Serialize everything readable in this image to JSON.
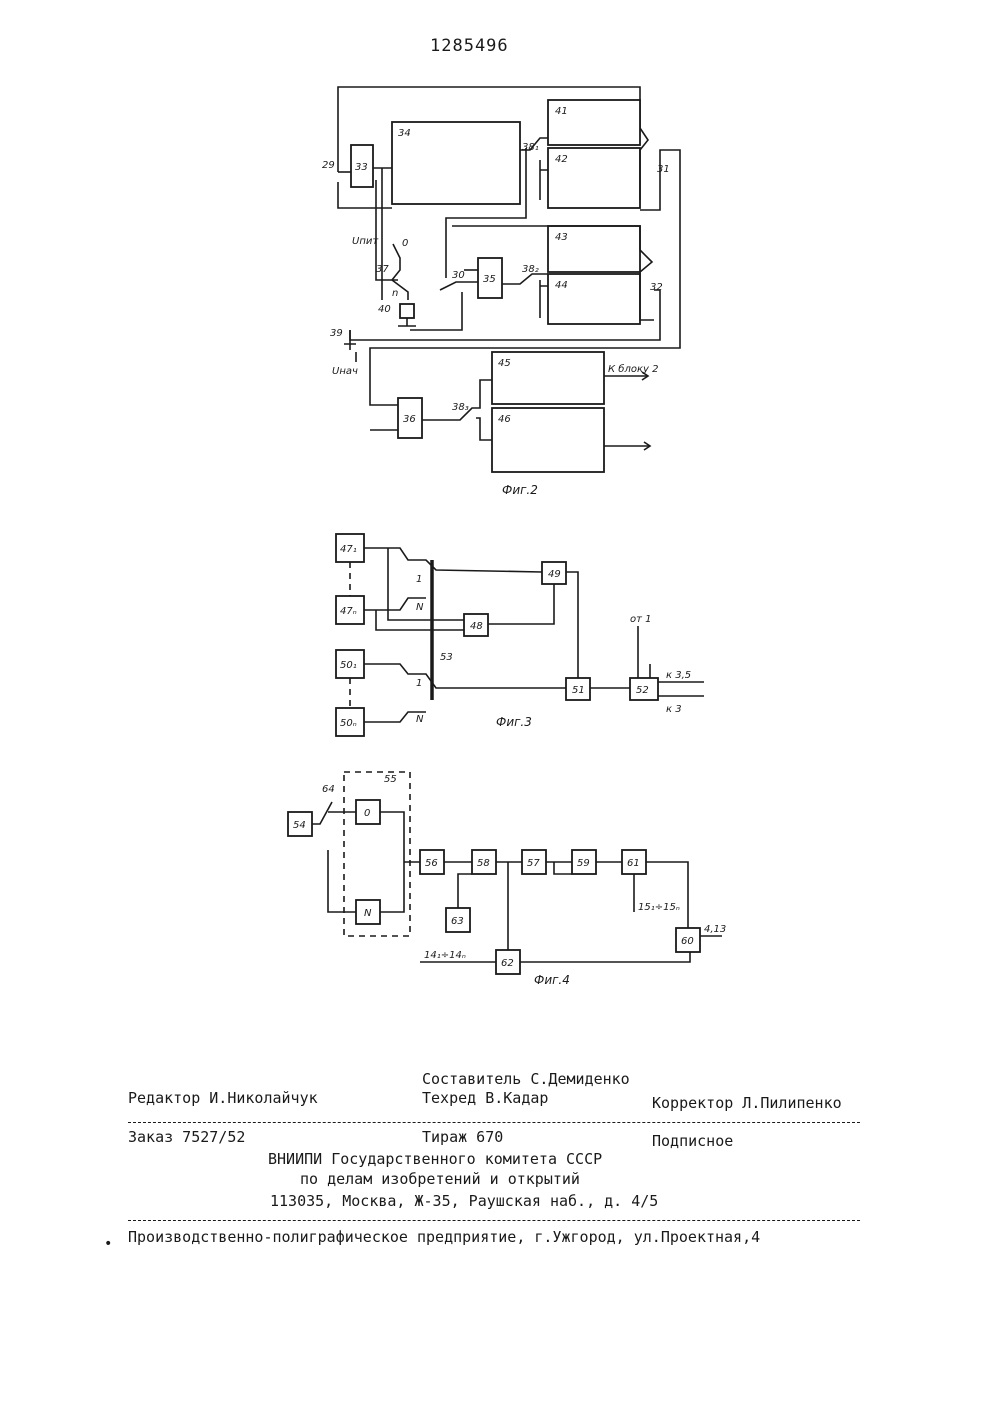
{
  "patent_number": "1285496",
  "fig2": {
    "caption": "Фиг.2",
    "blocks": [
      "33",
      "34",
      "35",
      "36",
      "41",
      "42",
      "43",
      "44",
      "45",
      "46"
    ],
    "labels": {
      "n29": "29",
      "n30": "30",
      "n31": "31",
      "n32": "32",
      "n38a": "38₁",
      "n38b": "38₂",
      "n38c": "38₃",
      "upit": "Uпит",
      "n37": "37",
      "n0": "0",
      "nn": "n",
      "n40": "40",
      "n39": "39",
      "unach": "Uнач",
      "to_block2": "К блоку 2"
    }
  },
  "fig3": {
    "caption": "Фиг.3",
    "blocks": [
      "47₁",
      "47ₙ",
      "48",
      "49",
      "50₁",
      "50ₙ",
      "51",
      "52"
    ],
    "labels": {
      "one_a": "1",
      "n_a": "N",
      "one_b": "1",
      "n_b": "N",
      "n53": "53",
      "from1": "от 1",
      "to35": "к 3,5",
      "to3": "к 3"
    }
  },
  "fig4": {
    "caption": "Фиг.4",
    "blocks": [
      "54",
      "0",
      "N",
      "56",
      "57",
      "58",
      "59",
      "60",
      "61",
      "62",
      "63"
    ],
    "labels": {
      "n55": "55",
      "n64": "64",
      "r15": "15₁÷15ₙ",
      "r14": "14₁÷14ₙ",
      "to413": "4,13"
    }
  },
  "imprint": {
    "compiler": "Составитель С.Демиденко",
    "editor": "Редактор И.Николайчук",
    "techred": "Техред В.Кадар",
    "corrector": "Корректор Л.Пилипенко",
    "order": "Заказ 7527/52",
    "circulation": "Тираж 670",
    "subscription": "Подписное",
    "org_line1": "ВНИИПИ Государственного комитета СССР",
    "org_line2": "по делам изобретений и открытий",
    "org_line3": "113035, Москва, Ж-35, Раушская наб., д. 4/5",
    "printer": "Производственно-полиграфическое предприятие, г.Ужгород, ул.Проектная,4"
  }
}
